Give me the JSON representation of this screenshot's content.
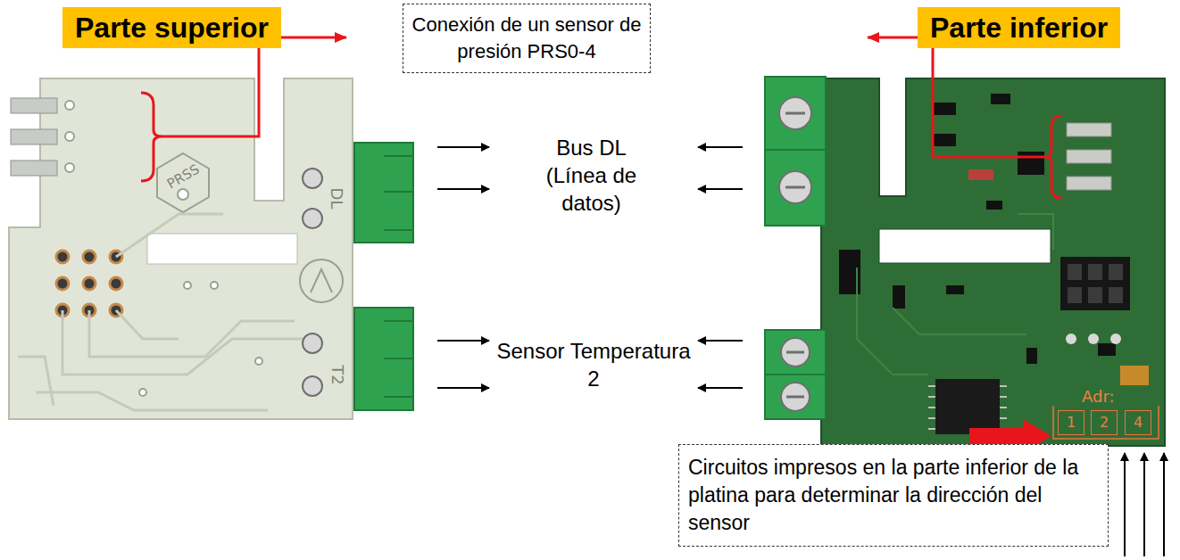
{
  "diagram": {
    "nodes": [
      {
        "text": [
          "Parte superior"
        ]
      },
      {
        "text": [
          "Conexión de un sensor de presión PRS0-4"
        ]
      },
      {
        "text": [
          "Parte inferior"
        ]
      },
      {
        "text": [
          "1"
        ]
      },
      {
        "text": [
          "2"
        ]
      },
      {
        "text": [
          "4"
        ]
      },
      {
        "text": [
          "Circuitos impresos en la parte inferior de la platina para determinar la dirección del sensor"
        ]
      }
    ],
    "labels": [
      "Bus DL (Línea de datos)",
      "Sensor Temperatura 2",
      "PRSS",
      "DL",
      "T2",
      "Adr:"
    ]
  }
}
